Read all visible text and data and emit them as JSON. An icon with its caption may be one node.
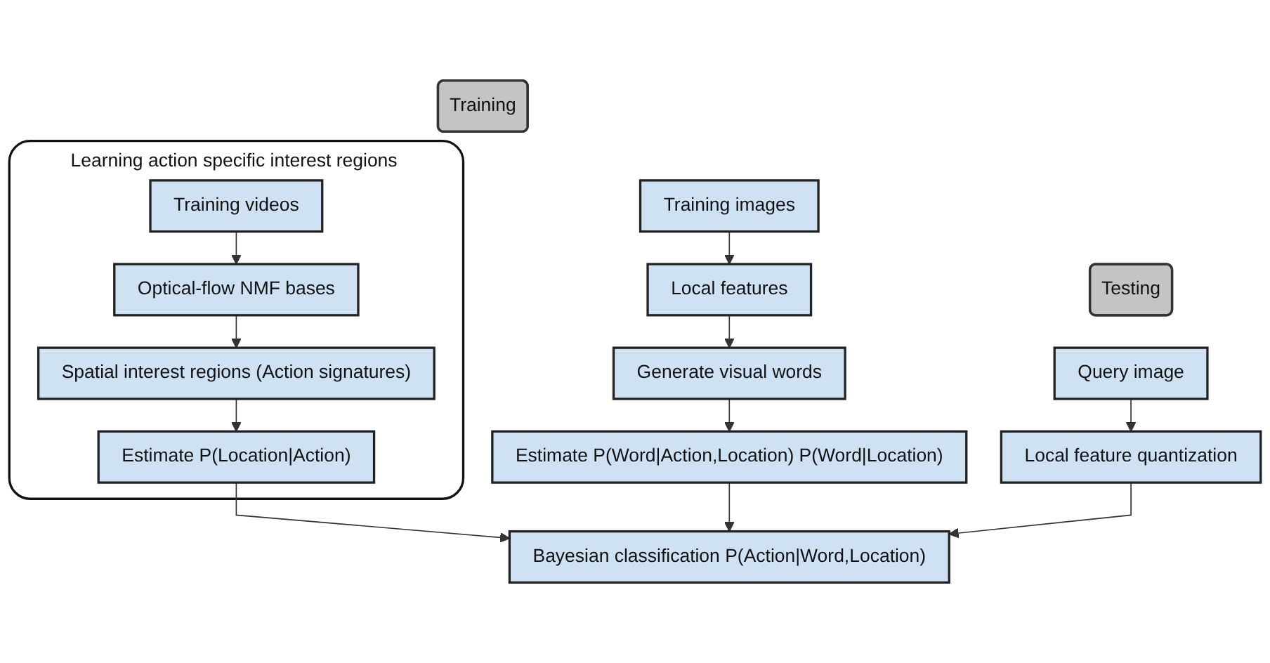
{
  "diagram": {
    "nodes": [
      {
        "text": [
          "Training"
        ]
      },
      {
        "text": [
          "Testing"
        ]
      },
      {
        "text": [
          "Learning action specific interest regions"
        ]
      },
      {
        "text": [
          "Training videos"
        ],
        "in": 2
      },
      {
        "text": [
          "Optical-flow NMF bases"
        ],
        "in": 2
      },
      {
        "text": [
          "Spatial interest regions (Action signatures)"
        ],
        "in": 2
      },
      {
        "text": [
          "Estimate P(Location|Action)"
        ],
        "in": 2
      },
      {
        "text": [
          "Training images"
        ]
      },
      {
        "text": [
          "Local features"
        ]
      },
      {
        "text": [
          "Generate visual words"
        ]
      },
      {
        "text": [
          "Estimate P(Word|Action,Location) P(Word|Location)"
        ]
      },
      {
        "text": [
          "Query image"
        ]
      },
      {
        "text": [
          "Local feature quantization"
        ]
      },
      {
        "text": [
          "Bayesian classification P(Action|Word,Location)"
        ]
      }
    ],
    "edges": [
      {
        "from": 3,
        "to": 4,
        "arrow": "to"
      },
      {
        "from": 4,
        "to": 5,
        "arrow": "to"
      },
      {
        "from": 5,
        "to": 6,
        "arrow": "to"
      },
      {
        "from": 6,
        "to": 13,
        "arrow": "to"
      },
      {
        "from": 7,
        "to": 8,
        "arrow": "to"
      },
      {
        "from": 8,
        "to": 9,
        "arrow": "to"
      },
      {
        "from": 9,
        "to": 10,
        "arrow": "to"
      },
      {
        "from": 10,
        "to": 13,
        "arrow": "to"
      },
      {
        "from": 11,
        "to": 12,
        "arrow": "to"
      },
      {
        "from": 12,
        "to": 13,
        "arrow": "to"
      }
    ]
  }
}
